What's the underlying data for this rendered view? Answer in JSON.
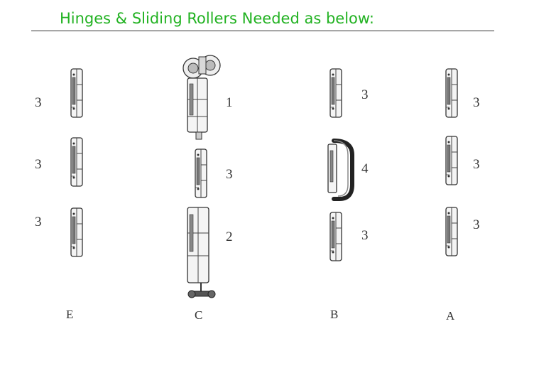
{
  "header": {
    "title": "Hinges & Sliding Rollers Needed as below:",
    "title_color": "#22b222"
  },
  "columns": [
    {
      "label": "E",
      "items": [
        {
          "icon": "hinge-icon",
          "quantity": "3"
        },
        {
          "icon": "hinge-icon",
          "quantity": "3"
        },
        {
          "icon": "hinge-icon",
          "quantity": "3"
        }
      ]
    },
    {
      "label": "C",
      "items": [
        {
          "icon": "top-roller-hinge-icon",
          "quantity": "1"
        },
        {
          "icon": "hinge-icon",
          "quantity": "3"
        },
        {
          "icon": "bottom-roller-hinge-icon",
          "quantity": "2"
        }
      ]
    },
    {
      "label": "B",
      "items": [
        {
          "icon": "hinge-icon",
          "quantity": "3"
        },
        {
          "icon": "handle-icon",
          "quantity": "4"
        },
        {
          "icon": "hinge-icon",
          "quantity": "3"
        }
      ]
    },
    {
      "label": "A",
      "items": [
        {
          "icon": "hinge-icon",
          "quantity": "3"
        },
        {
          "icon": "hinge-icon",
          "quantity": "3"
        },
        {
          "icon": "hinge-icon",
          "quantity": "3"
        }
      ]
    }
  ]
}
